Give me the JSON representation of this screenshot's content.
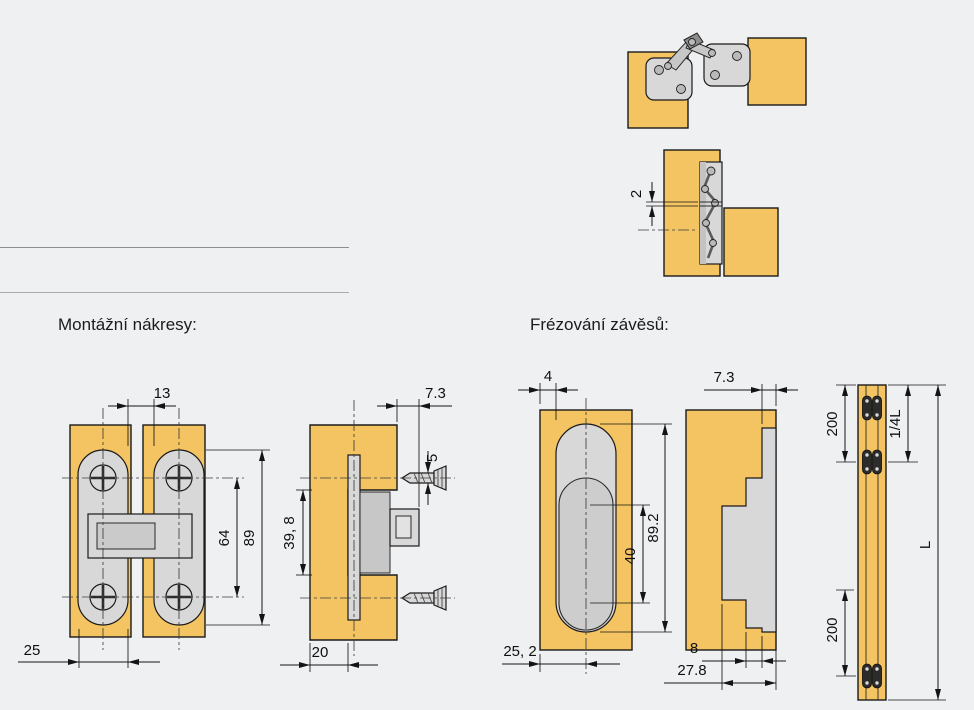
{
  "colors": {
    "background": "#eff0f2",
    "wood": "#f4c362",
    "metal": "#d8d8d8",
    "line": "#1a1a1a"
  },
  "sections": {
    "mounting_title": "Montážní nákresy:",
    "milling_title": "Frézování závěsů:"
  },
  "drawings": {
    "closed_section": {
      "gap": "2"
    },
    "front_view": {
      "plate_gap": "13",
      "screw_spacing": "64",
      "plate_length": "89",
      "plate_width": "25"
    },
    "side_view": {
      "protrusion": "7.3",
      "screw_diameter": "5",
      "body_height": "39, 8",
      "mount_depth": "20"
    },
    "milling_front": {
      "edge_margin": "4",
      "pocket_inner": "40",
      "pocket_length": "89.2",
      "center_offset": "25, 2"
    },
    "milling_side": {
      "recess_width": "7.3",
      "step_depth": "8",
      "total_width": "27.8"
    },
    "door_layout": {
      "top_offset": "200",
      "quarter_length": "1/4L",
      "door_length": "L",
      "bottom_offset": "200"
    }
  }
}
